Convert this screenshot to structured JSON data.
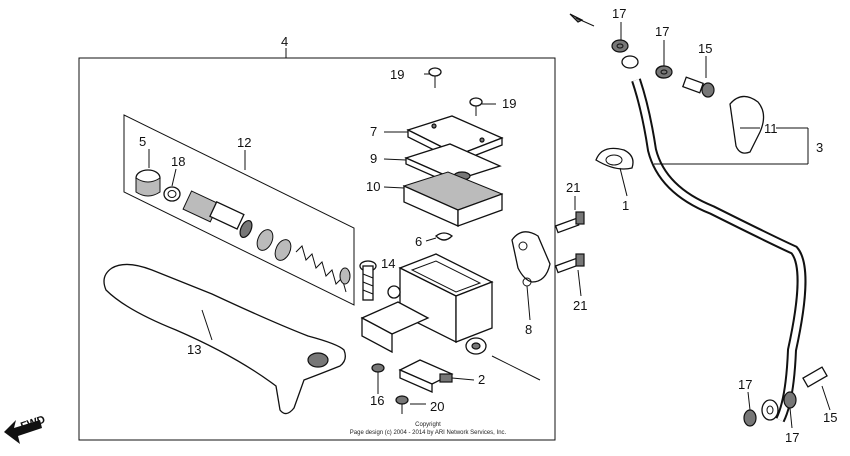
{
  "callouts": {
    "c1": "1",
    "c2": "2",
    "c3": "3",
    "c4": "4",
    "c5": "5",
    "c6": "6",
    "c7": "7",
    "c8": "8",
    "c9": "9",
    "c10": "10",
    "c11": "11",
    "c12": "12",
    "c13": "13",
    "c14": "14",
    "c15a": "15",
    "c15b": "15",
    "c16": "16",
    "c17a": "17",
    "c17b": "17",
    "c17c": "17",
    "c17d": "17",
    "c18": "18",
    "c19a": "19",
    "c19b": "19",
    "c20": "20",
    "c21a": "21",
    "c21b": "21"
  },
  "fwd_label": "FWD",
  "copyright": {
    "line1": "Copyright",
    "line2": "Page design (c) 2004 - 2014 by ARI Network Services, Inc."
  }
}
